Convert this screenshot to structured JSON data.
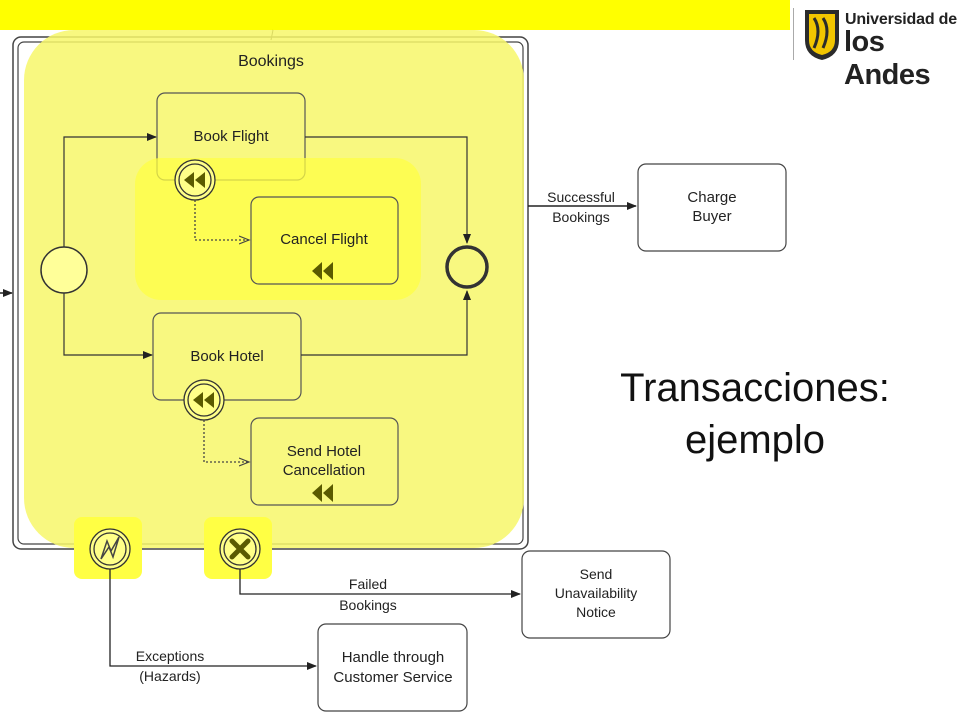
{
  "slide": {
    "heading_line1": "Transacciones:",
    "heading_line2": "ejemplo"
  },
  "logo": {
    "line1": "Universidad de",
    "line2": "los Andes",
    "icon": "university-crest-icon"
  },
  "diagram": {
    "subprocess_label": "Bookings",
    "book_flight": "Book Flight",
    "cancel_flight": "Cancel Flight",
    "book_hotel": "Book Hotel",
    "send_hotel_cancellation_1": "Send Hotel",
    "send_hotel_cancellation_2": "Cancellation",
    "charge_buyer_1": "Charge",
    "charge_buyer_2": "Buyer",
    "send_notice_1": "Send",
    "send_notice_2": "Unavailability",
    "send_notice_3": "Notice",
    "handle_1": "Handle through",
    "handle_2": "Customer Service",
    "flow_successful_1": "Successful",
    "flow_successful_2": "Bookings",
    "flow_failed_1": "Failed",
    "flow_failed_2": "Bookings",
    "flow_exceptions_1": "Exceptions",
    "flow_exceptions_2": "(Hazards)"
  },
  "colors": {
    "highlight": "#ffff00",
    "highlight_translucent": "#f7f76a",
    "stroke": "#333333",
    "marker": "#5a5a00"
  }
}
